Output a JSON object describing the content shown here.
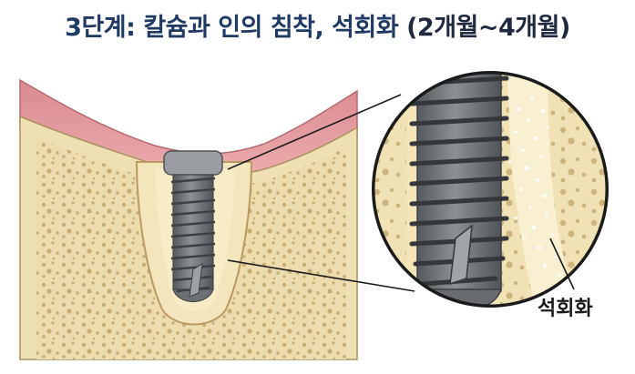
{
  "header": {
    "title_main": "3단계: 칼슘과 인의 침착, 석회화",
    "title_period": "(2개월~4개월)"
  },
  "labels": {
    "calcification": "석회화"
  },
  "colors": {
    "title": "#1f3a63",
    "gum": "#e8a0a4",
    "bone": "#efe0b4",
    "bone_dark": "#c9b27a",
    "implant": "#6f7377",
    "callout_line": "#1b1b1b"
  }
}
